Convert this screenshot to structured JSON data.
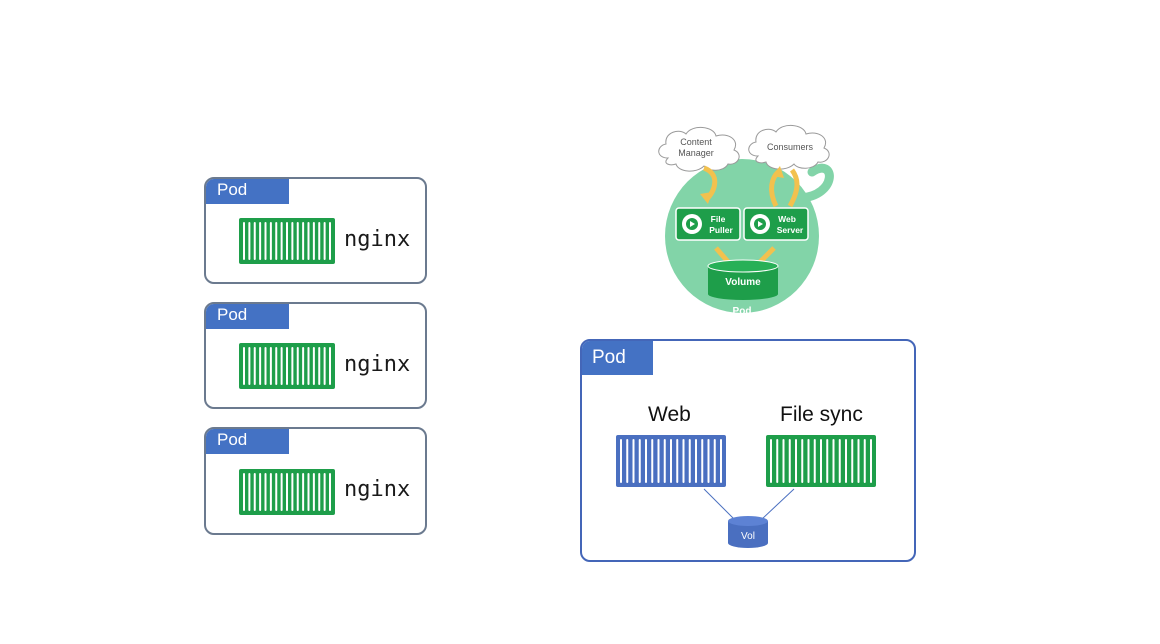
{
  "left_pods": [
    {
      "tab": "Pod",
      "container_label": "nginx"
    },
    {
      "tab": "Pod",
      "container_label": "nginx"
    },
    {
      "tab": "Pod",
      "container_label": "nginx"
    }
  ],
  "shared_pod_diagram": {
    "cloud_content_manager": "Content Manager",
    "cloud_content_manager_line1": "Content",
    "cloud_content_manager_line2": "Manager",
    "cloud_consumers": "Consumers",
    "file_puller_line1": "File",
    "file_puller_line2": "Puller",
    "web_server_line1": "Web",
    "web_server_line2": "Server",
    "volume": "Volume",
    "pod": "Pod"
  },
  "sidecar_pod": {
    "tab": "Pod",
    "web_label": "Web",
    "file_sync_label": "File sync",
    "vol_label": "Vol"
  },
  "colors": {
    "pod_tab": "#4472c4",
    "container_green": "#1e9e4a",
    "container_blue": "#4a6fc0",
    "pod_circle": "#82d4a8",
    "box_border": "#6b7a8f",
    "arrow_yellow": "#f2c14e"
  }
}
